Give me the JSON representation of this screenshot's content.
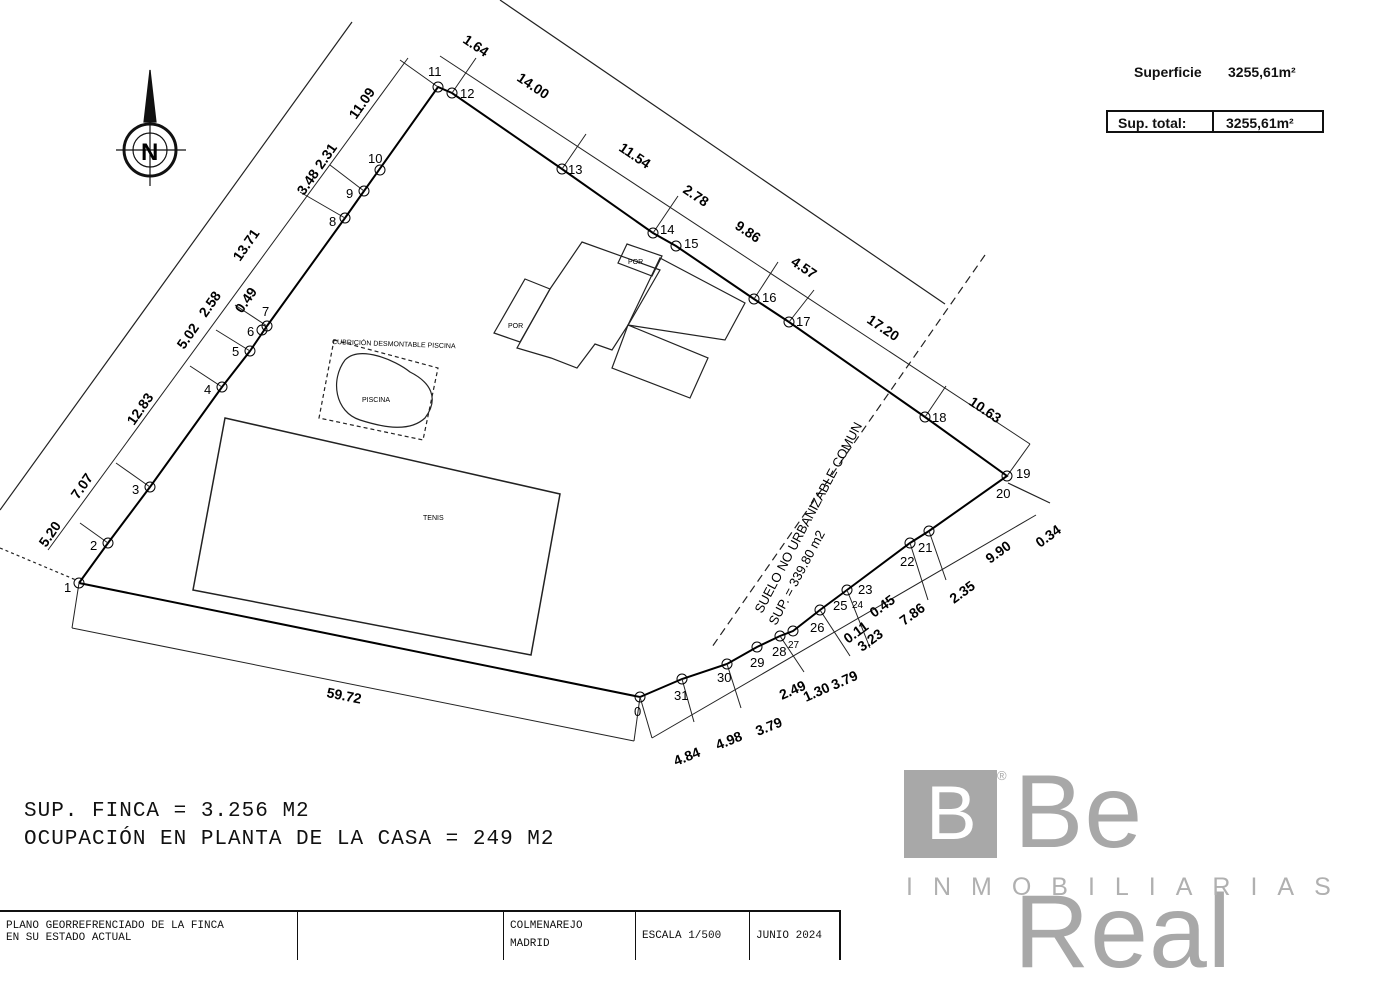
{
  "surface": {
    "label": "Superficie",
    "value": "3255,61m²",
    "total_label": "Sup. total:",
    "total_value": "3255,61m²"
  },
  "summary": {
    "line1": "SUP. FINCA = 3.256 M2",
    "line2": "OCUPACIÓN EN PLANTA DE LA CASA = 249 M2"
  },
  "titleblock": {
    "title_line1": "PLANO GEORREFRENCIADO DE LA FINCA",
    "title_line2": "EN SU ESTADO ACTUAL",
    "location_line1": "COLMENAREJO",
    "location_line2": "MADRID",
    "scale": "ESCALA 1/500",
    "date": "JUNIO 2024"
  },
  "plan": {
    "north": "N",
    "areas": {
      "cover": "CUBRICIÓN DESMONTABLE PISCINA",
      "pool": "PISCINA",
      "tennis": "TENIS",
      "por1": "POR",
      "por2": "POR",
      "zone_line1": "SUELO NO URBANIZABLE COMUN",
      "zone_line2": "SUP. = 339.80 m2"
    },
    "points": [
      "0",
      "1",
      "2",
      "3",
      "4",
      "5",
      "6",
      "7",
      "8",
      "9",
      "10",
      "11",
      "12",
      "13",
      "14",
      "15",
      "16",
      "17",
      "18",
      "19",
      "20",
      "21",
      "22",
      "23",
      "24",
      "25",
      "26",
      "27",
      "28",
      "29",
      "30",
      "31"
    ],
    "dimensions": [
      "5.20",
      "7.07",
      "12.83",
      "5.02",
      "2.58",
      "0.49",
      "13.71",
      "3.48",
      "2.31",
      "11.09",
      "1.64",
      "14.00",
      "11.54",
      "2.78",
      "9.86",
      "4.57",
      "17.20",
      "10.63",
      "0.34",
      "9.90",
      "2.35",
      "7.86",
      "3.23",
      "0.45",
      "0.11",
      "3.79",
      "1.30",
      "2.49",
      "3.79",
      "4.98",
      "4.84",
      "59.72"
    ]
  },
  "logo": {
    "letter": "B",
    "name": "Be Real",
    "registered": "®",
    "subtitle": "INMOBILIARIAS"
  }
}
